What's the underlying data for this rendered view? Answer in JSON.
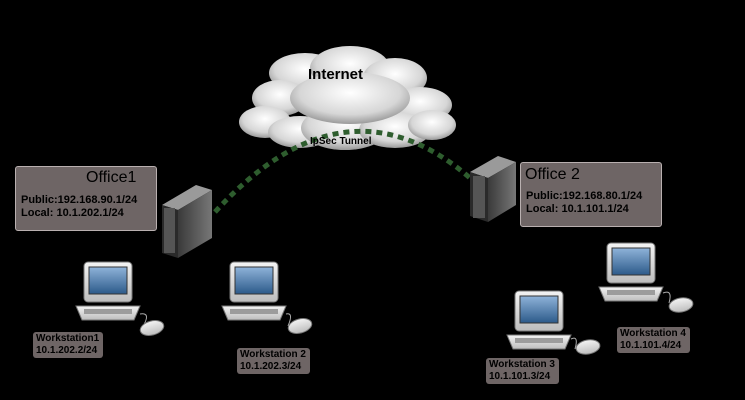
{
  "internet_label": "Internet",
  "tunnel_label": "IpSec Tunnel",
  "office1": {
    "title": "Office1",
    "public": "Public:192.168.90.1/24",
    "local": "Local: 10.1.202.1/24"
  },
  "office2": {
    "title": "Office 2",
    "public": "Public:192.168.80.1/24",
    "local": "Local:  10.1.101.1/24"
  },
  "workstations": [
    {
      "name": "Workstation1",
      "ip": "10.1.202.2/24"
    },
    {
      "name": "Workstation 2",
      "ip": "10.1.202.3/24"
    },
    {
      "name": "Workstation 3",
      "ip": "10.1.101.3/24"
    },
    {
      "name": "Workstation 4",
      "ip": "10.1.101.4/24"
    }
  ],
  "colors": {
    "label_bg": "#6e6565",
    "tunnel": "#2e5d2e",
    "cloud": "#d9d9d9"
  }
}
